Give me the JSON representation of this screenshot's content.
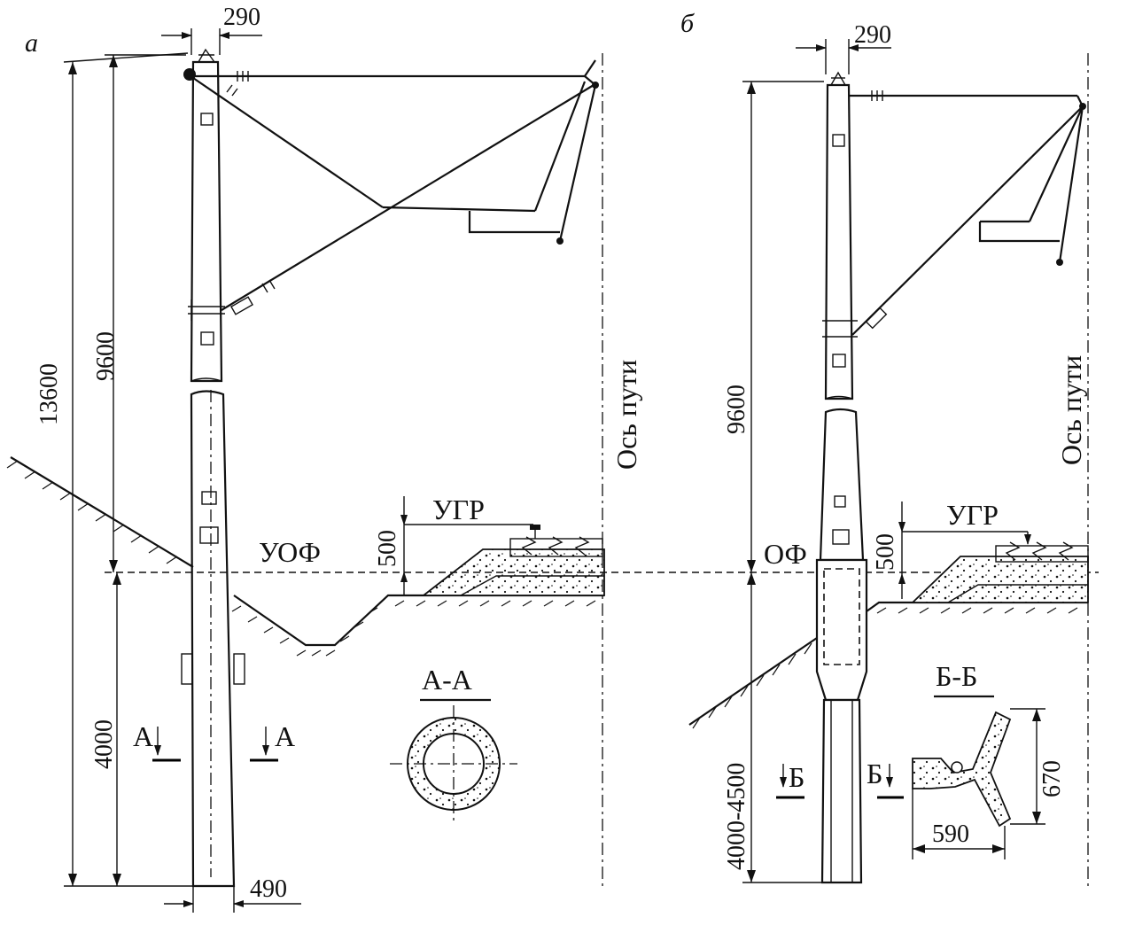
{
  "panel_a": {
    "letter": "а",
    "dim_top": "290",
    "dim_total": "13600",
    "dim_above_ground": "9600",
    "dim_below_ground": "4000",
    "dim_bottom": "490",
    "ground_level_label": "УОФ",
    "rail_level_label": "УГР",
    "rail_height": "500",
    "track_axis_label": "Ось пути",
    "section_label": "А-А",
    "section_mark_left": "А",
    "section_mark_right": "А"
  },
  "panel_b": {
    "letter": "б",
    "dim_top": "290",
    "dim_above_ground": "9600",
    "dim_below_ground": "4000-4500",
    "ground_level_label": "ОФ",
    "rail_level_label": "УГР",
    "rail_height": "500",
    "track_axis_label": "Ось пути",
    "section_label": "Б-Б",
    "section_mark_left": "Б",
    "section_mark_right": "Б",
    "section_dim_height": "670",
    "section_dim_width": "590"
  }
}
